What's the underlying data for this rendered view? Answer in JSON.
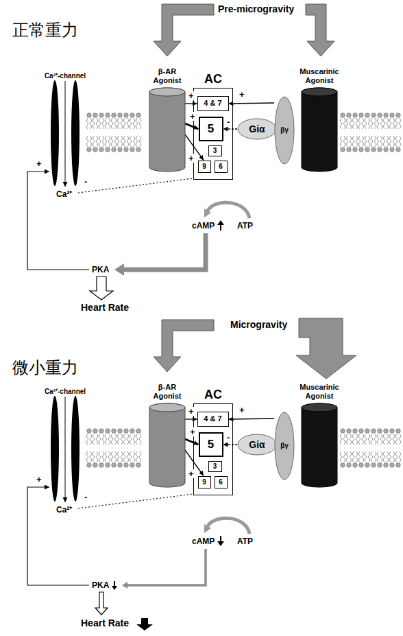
{
  "diagram": {
    "nodes": [
      {
        "text": [
          "Ca²⁺-channel"
        ]
      },
      {
        "text": [
          "β-AR Agonist"
        ]
      },
      {
        "text": [
          "AC"
        ]
      },
      {
        "text": [
          "4 & 7"
        ],
        "in": 2
      },
      {
        "text": [
          "5"
        ],
        "in": 2
      },
      {
        "text": [
          "3"
        ],
        "in": 2
      },
      {
        "text": [
          "9"
        ],
        "in": 2
      },
      {
        "text": [
          "6"
        ],
        "in": 2
      },
      {
        "text": [
          "Giα"
        ]
      },
      {
        "text": [
          "βγ"
        ]
      },
      {
        "text": [
          "Muscarinic Agonist"
        ]
      },
      {
        "text": [
          "Ca²⁺-channel"
        ]
      },
      {
        "text": [
          "β-AR Agonist"
        ]
      },
      {
        "text": [
          "AC"
        ]
      },
      {
        "text": [
          "4 & 7"
        ],
        "in": 13
      },
      {
        "text": [
          "5"
        ],
        "in": 13
      },
      {
        "text": [
          "3"
        ],
        "in": 13
      },
      {
        "text": [
          "9"
        ],
        "in": 13
      },
      {
        "text": [
          "6"
        ],
        "in": 13
      },
      {
        "text": [
          "Giα"
        ]
      },
      {
        "text": [
          "βγ"
        ]
      },
      {
        "text": [
          "Muscarinic Agonist"
        ]
      }
    ],
    "edges": [
      {
        "from": 1,
        "to": 3,
        "arrow": "to",
        "label": "+"
      },
      {
        "from": 1,
        "to": 4,
        "arrow": "to",
        "label": "+"
      },
      {
        "from": 1,
        "to": 6,
        "arrow": "to",
        "label": "+"
      },
      {
        "from": 9,
        "to": 3,
        "arrow": "to",
        "label": "+"
      },
      {
        "from": 8,
        "to": 4,
        "arrow": "to",
        "label": "-"
      },
      {
        "from": 12,
        "to": 14,
        "arrow": "to",
        "label": "+"
      },
      {
        "from": 12,
        "to": 15,
        "arrow": "to",
        "label": "+"
      },
      {
        "from": 12,
        "to": 17,
        "arrow": "to",
        "label": "+"
      },
      {
        "from": 20,
        "to": 14,
        "arrow": "to",
        "label": "+"
      },
      {
        "from": 19,
        "to": 15,
        "arrow": "to",
        "label": "-"
      }
    ],
    "labels": [
      "正常重力",
      "Pre-microgravity",
      "Ca²⁺",
      "-",
      "+",
      "cAMP",
      "ATP",
      "PKA",
      "Heart Rate",
      "微小重力",
      "Microgravity",
      "Ca²⁺",
      "-",
      "+",
      "cAMP",
      "ATP",
      "PKA",
      "Heart Rate"
    ]
  }
}
